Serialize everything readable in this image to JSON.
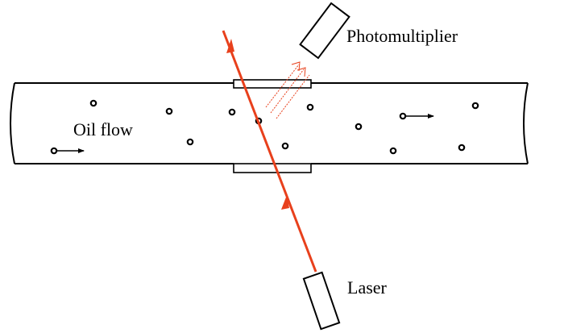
{
  "labels": {
    "photomultiplier": "Photomultiplier",
    "oil_flow": "Oil flow",
    "laser": "Laser"
  },
  "colors": {
    "laser_beam": "#e8401c",
    "scattered_light": "#e8401c",
    "outline": "#000000",
    "background": "#ffffff"
  }
}
